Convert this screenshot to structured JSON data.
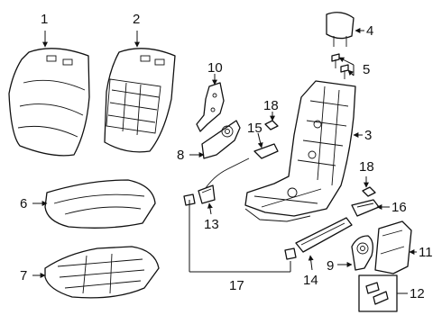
{
  "diagram": {
    "callouts": [
      "1",
      "2",
      "3",
      "4",
      "5",
      "6",
      "7",
      "8",
      "9",
      "10",
      "11",
      "12",
      "13",
      "14",
      "15",
      "16",
      "17",
      "18"
    ],
    "colors": {
      "line": "#111111",
      "fill": "#ffffff",
      "shade": "#e8e8e8"
    }
  }
}
